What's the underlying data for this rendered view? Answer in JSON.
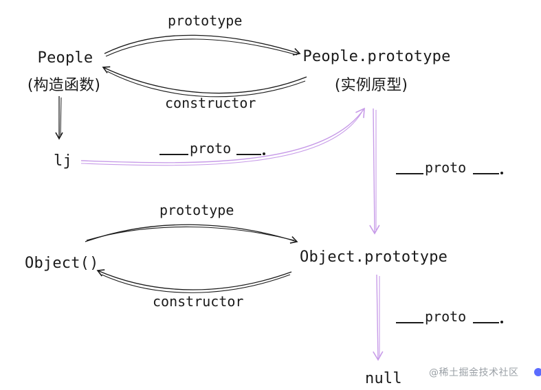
{
  "nodes": {
    "people": {
      "label": "People",
      "sublabel": "(构造函数)"
    },
    "people_prototype": {
      "label": "People.prototype",
      "sublabel": "(实例原型)"
    },
    "lj": {
      "label": "lj"
    },
    "object_ctor": {
      "label": "Object()"
    },
    "object_prototype": {
      "label": "Object.prototype"
    },
    "null_node": {
      "label": "null"
    }
  },
  "edges": {
    "people_to_proto": "prototype",
    "proto_to_people": "constructor",
    "lj_to_people_proto": "proto",
    "people_proto_to_object_proto": "proto",
    "object_to_proto": "prototype",
    "object_proto_to_object": "constructor",
    "object_proto_to_null": "proto"
  },
  "colors": {
    "ink": "#1a1a1a",
    "proto_link": "#c79be8",
    "watermark": "#9aa0a6"
  },
  "watermark": "@稀土掘金技术社区"
}
